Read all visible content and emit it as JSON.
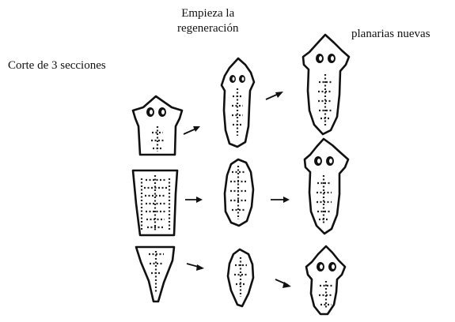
{
  "labels": {
    "cut": "Corte de 3 secciones",
    "regen_line1": "Empieza la",
    "regen_line2": "regeneración",
    "new": "planarias nuevas"
  }
}
